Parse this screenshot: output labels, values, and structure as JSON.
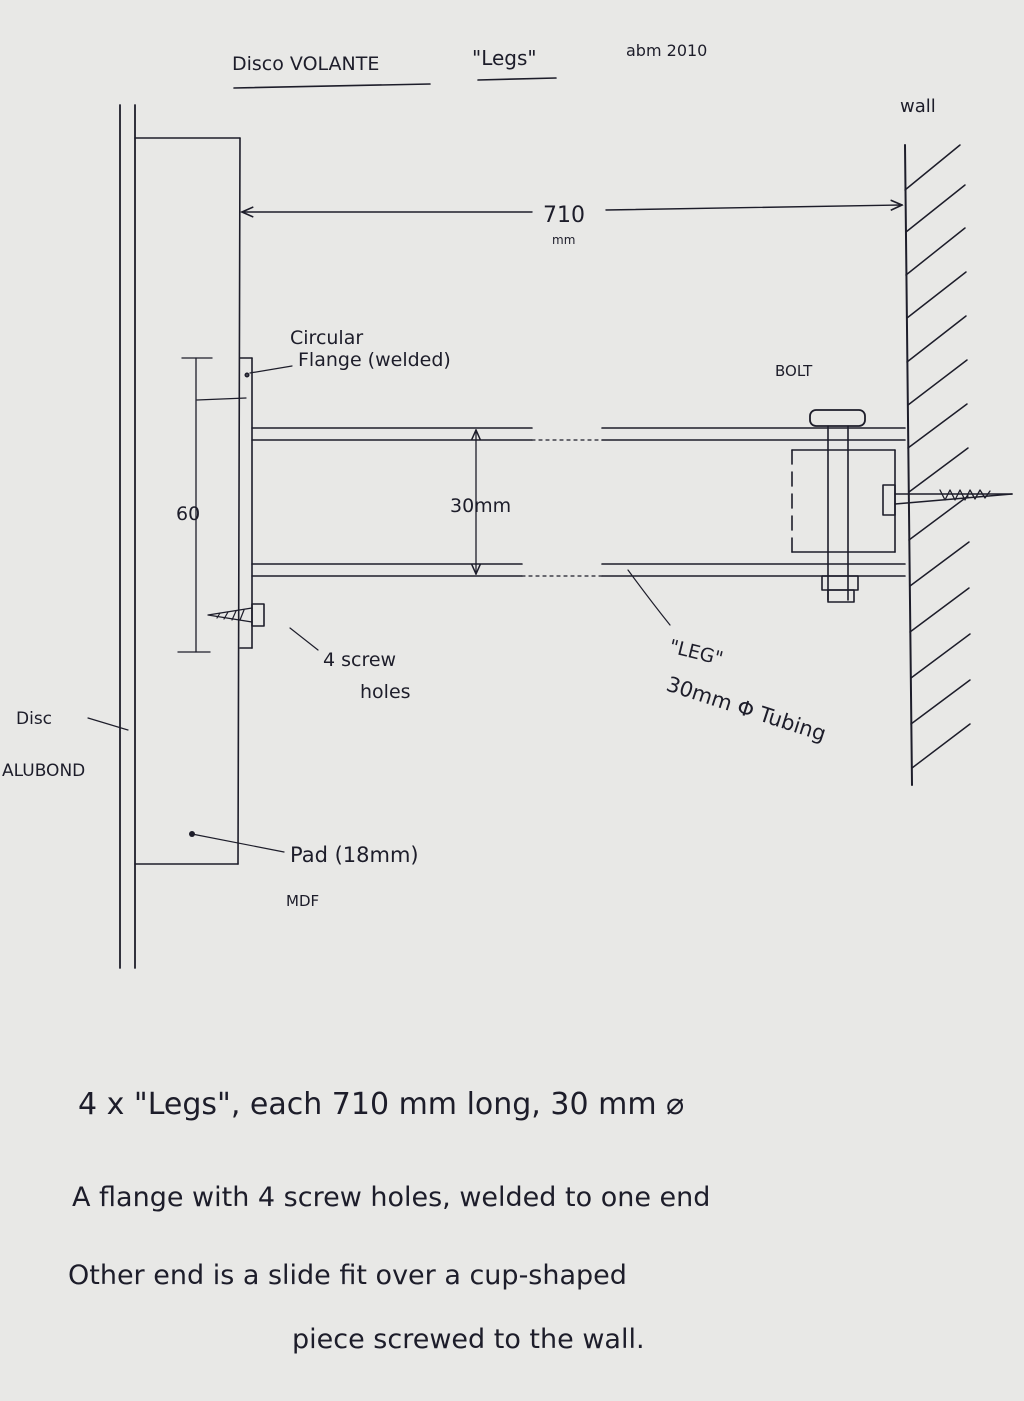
{
  "header": {
    "title": "Disco VOLANTE",
    "subtitle": "\"Legs\"",
    "author": "abm 2010"
  },
  "labels": {
    "wall": "wall",
    "dimension_710": "710",
    "dimension_710_unit": "mm",
    "flange_line1": "Circular",
    "flange_line2": "Flange (welded)",
    "bolt": "BOLT",
    "dimension_60": "60",
    "dimension_30": "30mm",
    "screw_holes_line1": "4 screw",
    "screw_holes_line2": "holes",
    "leg_line1": "\"LEG\"",
    "leg_line2": "30mm Φ Tubing",
    "disc_line1": "Disc",
    "disc_line2": "ALUBOND",
    "pad_line1": "Pad (18mm)",
    "pad_line2": "MDF"
  },
  "notes": {
    "line1": "4 x \"Legs\", each 710 mm long, 30 mm ⌀",
    "line2": "A flange with 4 screw holes, welded to one end",
    "line3": "Other end is a slide fit over a cup-shaped",
    "line4": "piece screwed to the wall."
  },
  "colors": {
    "paper": "#e8e8e6",
    "ink": "#1d1d2a"
  }
}
